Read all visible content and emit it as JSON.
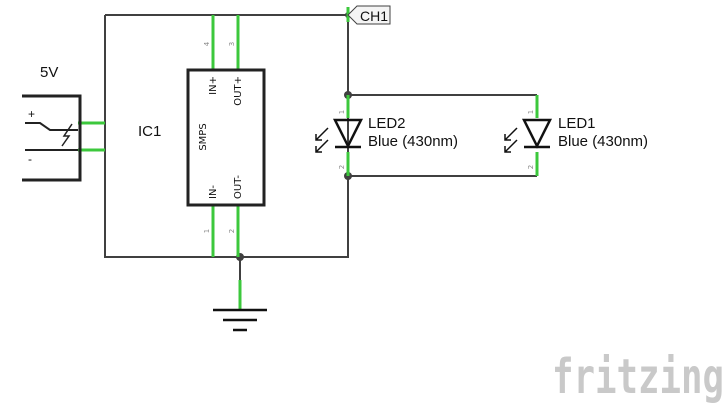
{
  "net_label": "CH1",
  "power": {
    "label": "5V",
    "plus": "+",
    "minus": "-"
  },
  "ic": {
    "ref": "IC1",
    "name": "SMPS",
    "pins": [
      {
        "name": "IN+",
        "num": "4"
      },
      {
        "name": "OUT+",
        "num": "3"
      },
      {
        "name": "IN-",
        "num": "1"
      },
      {
        "name": "OUT-",
        "num": "2"
      }
    ]
  },
  "leds": [
    {
      "ref": "LED2",
      "value": "Blue (430nm)",
      "pin_top": "1",
      "pin_bottom": "2"
    },
    {
      "ref": "LED1",
      "value": "Blue (430nm)",
      "pin_top": "1",
      "pin_bottom": "2"
    }
  ],
  "brand": "fritzing",
  "colors": {
    "wire": "#404040",
    "pin": "#3cc83c",
    "brand": "#c9c9c9"
  }
}
